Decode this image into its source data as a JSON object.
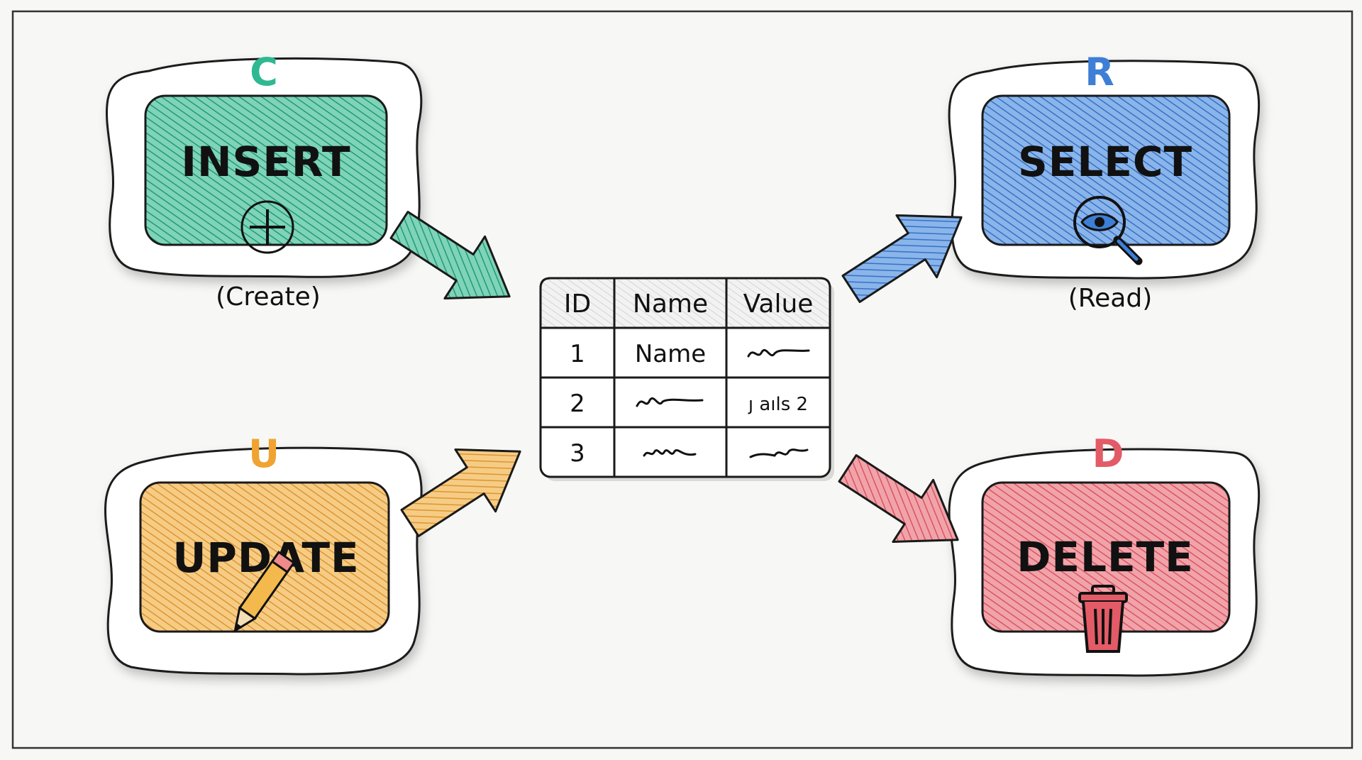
{
  "colors": {
    "create": "#2fb892",
    "read": "#3d7fd6",
    "update": "#f0a330",
    "delete": "#e35b66",
    "ink": "#111111"
  },
  "operations": {
    "create": {
      "letter": "C",
      "label": "INSERT",
      "caption": "(Create)",
      "icon": "plus-circle-icon"
    },
    "read": {
      "letter": "R",
      "label": "SELECT",
      "caption": "(Read)",
      "icon": "magnifier-eye-icon"
    },
    "update": {
      "letter": "U",
      "label": "UPDATE",
      "icon": "pencil-icon"
    },
    "delete": {
      "letter": "D",
      "label": "DELETE",
      "icon": "trash-icon"
    }
  },
  "table": {
    "headers": [
      "ID",
      "Name",
      "Value"
    ],
    "rows": [
      [
        "1",
        "Name",
        ""
      ],
      [
        "2",
        "",
        "ȷ aıls 2"
      ],
      [
        "3",
        "",
        ""
      ]
    ]
  }
}
